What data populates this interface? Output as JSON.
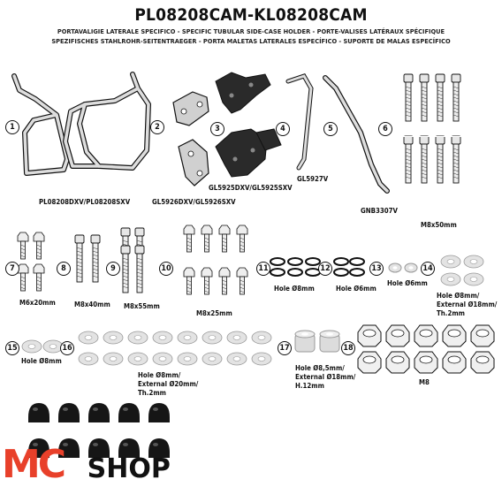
{
  "header": {
    "title": "PL08208CAM-KL08208CAM",
    "subtitle_line1": "PORTAVALIGIE LATERALE SPECIFICO  -  SPECIFIC TUBULAR SIDE-CASE HOLDER  -  PORTE-VALISES LATÉRAUX SPÉCIFIQUE",
    "subtitle_line2": "SPEZIFISCHES STAHLROHR-SEITENTRAEGER  -  PORTA MALETAS LATERALES ESPECÍFICO  -  SUPORTE DE MALAS ESPECÍFICO"
  },
  "parts": [
    {
      "num": "1",
      "label": ""
    },
    {
      "num": "2",
      "label": "PL08208DXV/PL08208SXV"
    },
    {
      "num": "3",
      "label": "GL5926DXV/GL5926SXV"
    },
    {
      "num": "4",
      "label": "GL5925DXV/GL5925SXV"
    },
    {
      "num": "5",
      "label": "GL5927V"
    },
    {
      "num": "6",
      "label": "GNB3307V"
    },
    {
      "num": "7",
      "label": "M8x50mm"
    },
    {
      "num": "8",
      "label": "M6x20mm"
    },
    {
      "num": "9",
      "label": "M8x40mm"
    },
    {
      "num": "10",
      "label": "M8x55mm"
    },
    {
      "num": "11",
      "label": "M8x25mm"
    },
    {
      "num": "12",
      "label": "Hole Ø8mm"
    },
    {
      "num": "13",
      "label": "Hole Ø6mm"
    },
    {
      "num": "14",
      "label": "Hole Ø6mm"
    },
    {
      "num": "15",
      "label": "Hole Ø8mm"
    },
    {
      "num": "16",
      "label": "Hole Ø8mm/"
    },
    {
      "num": "17",
      "label": "Hole Ø8,5mm/"
    },
    {
      "num": "18",
      "label": "M8"
    }
  ],
  "extra_labels": {
    "p14_line2": "External Ø18mm/",
    "p14_line3": "Th.2mm",
    "p16_line2": "External Ø20mm/",
    "p16_line3": "Th.2mm",
    "p17_line2": "External Ø18mm/",
    "p17_line3": "H.12mm"
  },
  "logo": {
    "text_left": "MC",
    "text_right": "SHOP",
    "color_left": "#e8402a",
    "color_right": "#111111"
  },
  "colors": {
    "ink": "#111111",
    "metal": "#d9d9d9",
    "dark_part": "#222222"
  }
}
